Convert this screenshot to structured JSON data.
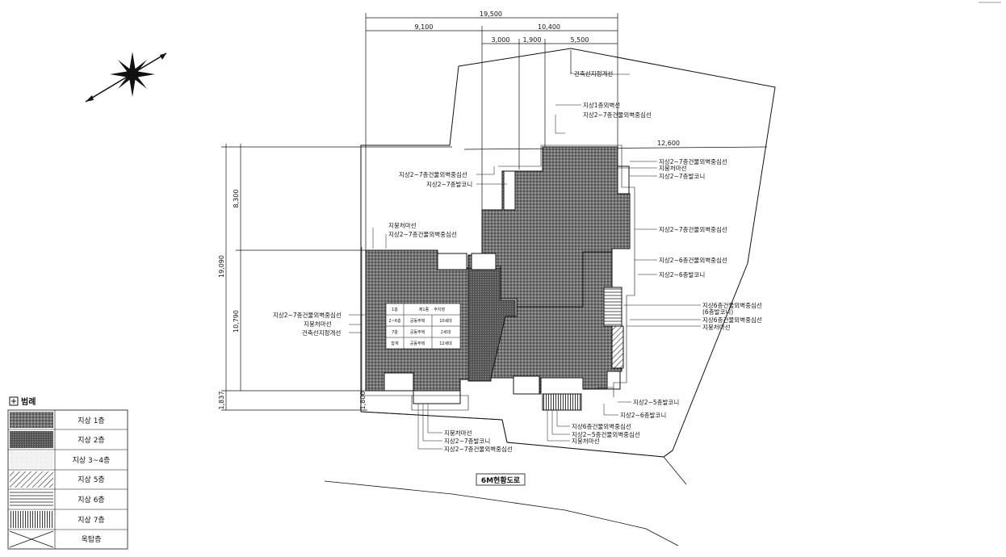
{
  "dimensions": {
    "top_total": "19,500",
    "top_left": "9,100",
    "top_right": "10,400",
    "top_a": "3,000",
    "top_b": "1,900",
    "top_c": "5,500",
    "right_width": "12,600",
    "left_total": "19,090",
    "left_upper": "8,300",
    "left_lower": "10,790",
    "left_bottom": "1,837",
    "left_bottom2": "1,800"
  },
  "labels": {
    "boundary_line": "건축선지정개선",
    "l1": "지상1층외벽선",
    "l2": "지상2~7층건물외벽중심선",
    "l3": "지상2~7층건물외벽중심선",
    "l4": "지붕처마선",
    "l5": "지상2~7층발코니",
    "l6": "지상2~7층건물외벽중심선",
    "l7": "지상2~7층발코니",
    "l8": "지상2~7층건물외벽중심선",
    "l9": "지붕처마선",
    "l10": "지상2~7층건물외벽중심선",
    "l11": "지상2~6층건물외벽중심선",
    "l12": "지상2~6층발코니",
    "l13": "지상6층건물외벽중심선",
    "l14": "(6층발코니)",
    "l15": "지상6층건물외벽중심선",
    "l16": "지붕처마선",
    "l17": "지상2~7층건물외벽중심선",
    "l18": "지붕처마선",
    "l19": "건축선지정개선",
    "l20": "지상2~5층발코니",
    "l21": "지상2~6층발코니",
    "l22": "지상6층건물외벽중심선",
    "l23": "지상2~5층건물외벽중심선",
    "l24": "지붕처마선",
    "l25": "지붕처마선",
    "l26": "지상2~7층발코니",
    "l27": "지상2~7층건물외벽중심선"
  },
  "road_label": "6M현황도로",
  "legend": {
    "title": "범례",
    "items": [
      "지상 1층",
      "지상 2층",
      "지상 3~4층",
      "지상 5층",
      "지상 6층",
      "지상 7층",
      "옥탑층"
    ]
  },
  "info_table": {
    "rows": [
      [
        "1층",
        "제1종 ㆍ주차장"
      ],
      [
        "2~6층",
        "공동주택",
        "10세대"
      ],
      [
        "7층",
        "공동주택",
        "2세대"
      ],
      [
        "합계",
        "공동주택",
        "12세대"
      ]
    ]
  }
}
